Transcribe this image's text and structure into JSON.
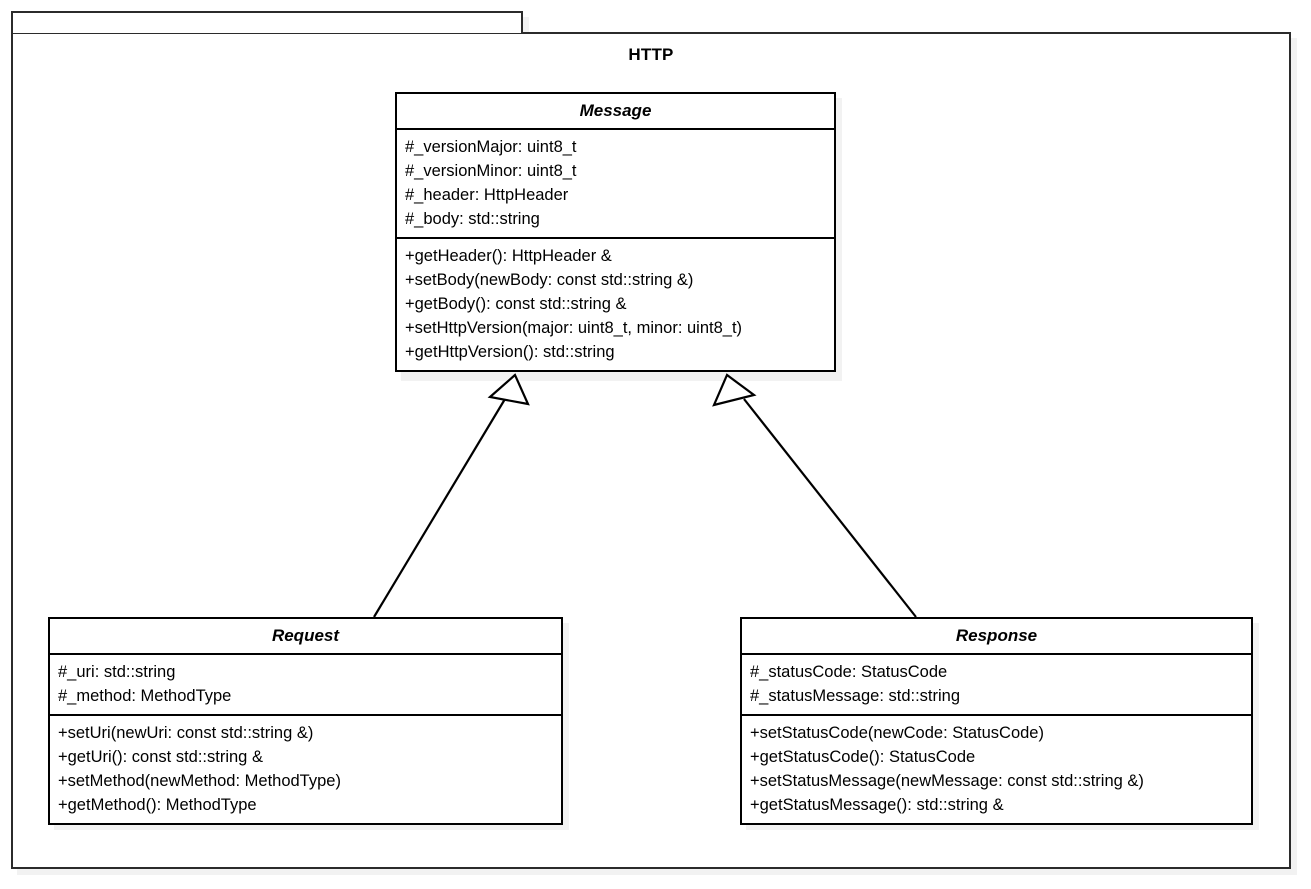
{
  "package": {
    "name": "HTTP",
    "tab_label": ""
  },
  "diagram": {
    "type": "uml-class-diagram",
    "relationships": [
      {
        "kind": "generalization",
        "from": "Request",
        "to": "Message"
      },
      {
        "kind": "generalization",
        "from": "Response",
        "to": "Message"
      }
    ]
  },
  "classes": {
    "message": {
      "name": "Message",
      "attributes": [
        "#_versionMajor: uint8_t",
        "#_versionMinor: uint8_t",
        "#_header: HttpHeader",
        "#_body: std::string"
      ],
      "methods": [
        "+getHeader(): HttpHeader &",
        "+setBody(newBody: const std::string &)",
        "+getBody(): const std::string &",
        "+setHttpVersion(major: uint8_t, minor: uint8_t)",
        "+getHttpVersion(): std::string"
      ]
    },
    "request": {
      "name": "Request",
      "attributes": [
        "#_uri: std::string",
        "#_method: MethodType"
      ],
      "methods": [
        "+setUri(newUri: const std::string &)",
        "+getUri(): const std::string &",
        "+setMethod(newMethod: MethodType)",
        "+getMethod(): MethodType"
      ]
    },
    "response": {
      "name": "Response",
      "attributes": [
        "#_statusCode: StatusCode",
        "#_statusMessage: std::string"
      ],
      "methods": [
        "+setStatusCode(newCode: StatusCode)",
        "+getStatusCode(): StatusCode",
        "+setStatusMessage(newMessage: const std::string &)",
        "+getStatusMessage(): std::string &"
      ]
    }
  },
  "colors": {
    "background": "#ffffff",
    "line": "#000000",
    "frame": "#2b2b2b",
    "shadow": "#f2f2f2",
    "text": "#000000"
  }
}
